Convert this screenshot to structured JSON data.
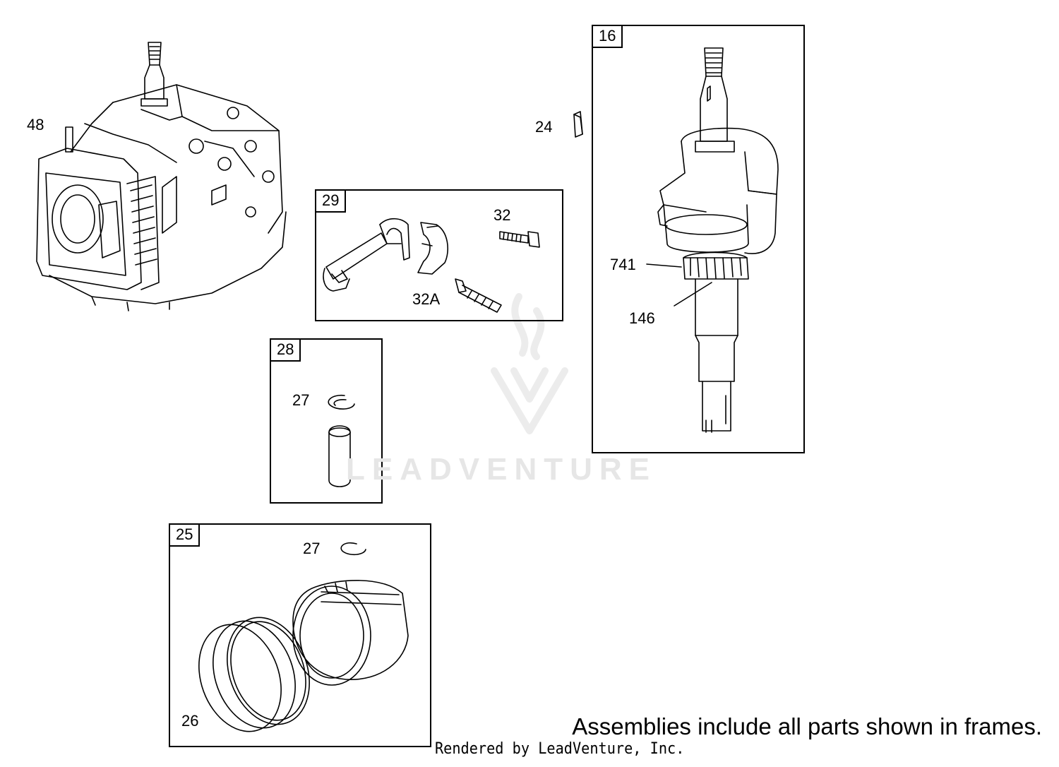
{
  "frames": {
    "crankshaft": {
      "tag": "16"
    },
    "connecting_rod": {
      "tag": "29"
    },
    "piston_pin": {
      "tag": "28"
    },
    "piston": {
      "tag": "25"
    }
  },
  "callouts": {
    "cylinder": "48",
    "key": "24",
    "screw": "32",
    "screw_long": "32A",
    "gear_pin": "741",
    "gear": "146",
    "retainer_pin": "27",
    "retainer_piston": "27",
    "rings": "26"
  },
  "watermark": {
    "text": "LEADVENTURE"
  },
  "footer": {
    "note": "Assemblies include all parts shown in frames.",
    "credit": "Rendered by LeadVenture, Inc."
  },
  "colors": {
    "line": "#000000",
    "background": "#ffffff",
    "watermark": "#e6e6e6"
  }
}
